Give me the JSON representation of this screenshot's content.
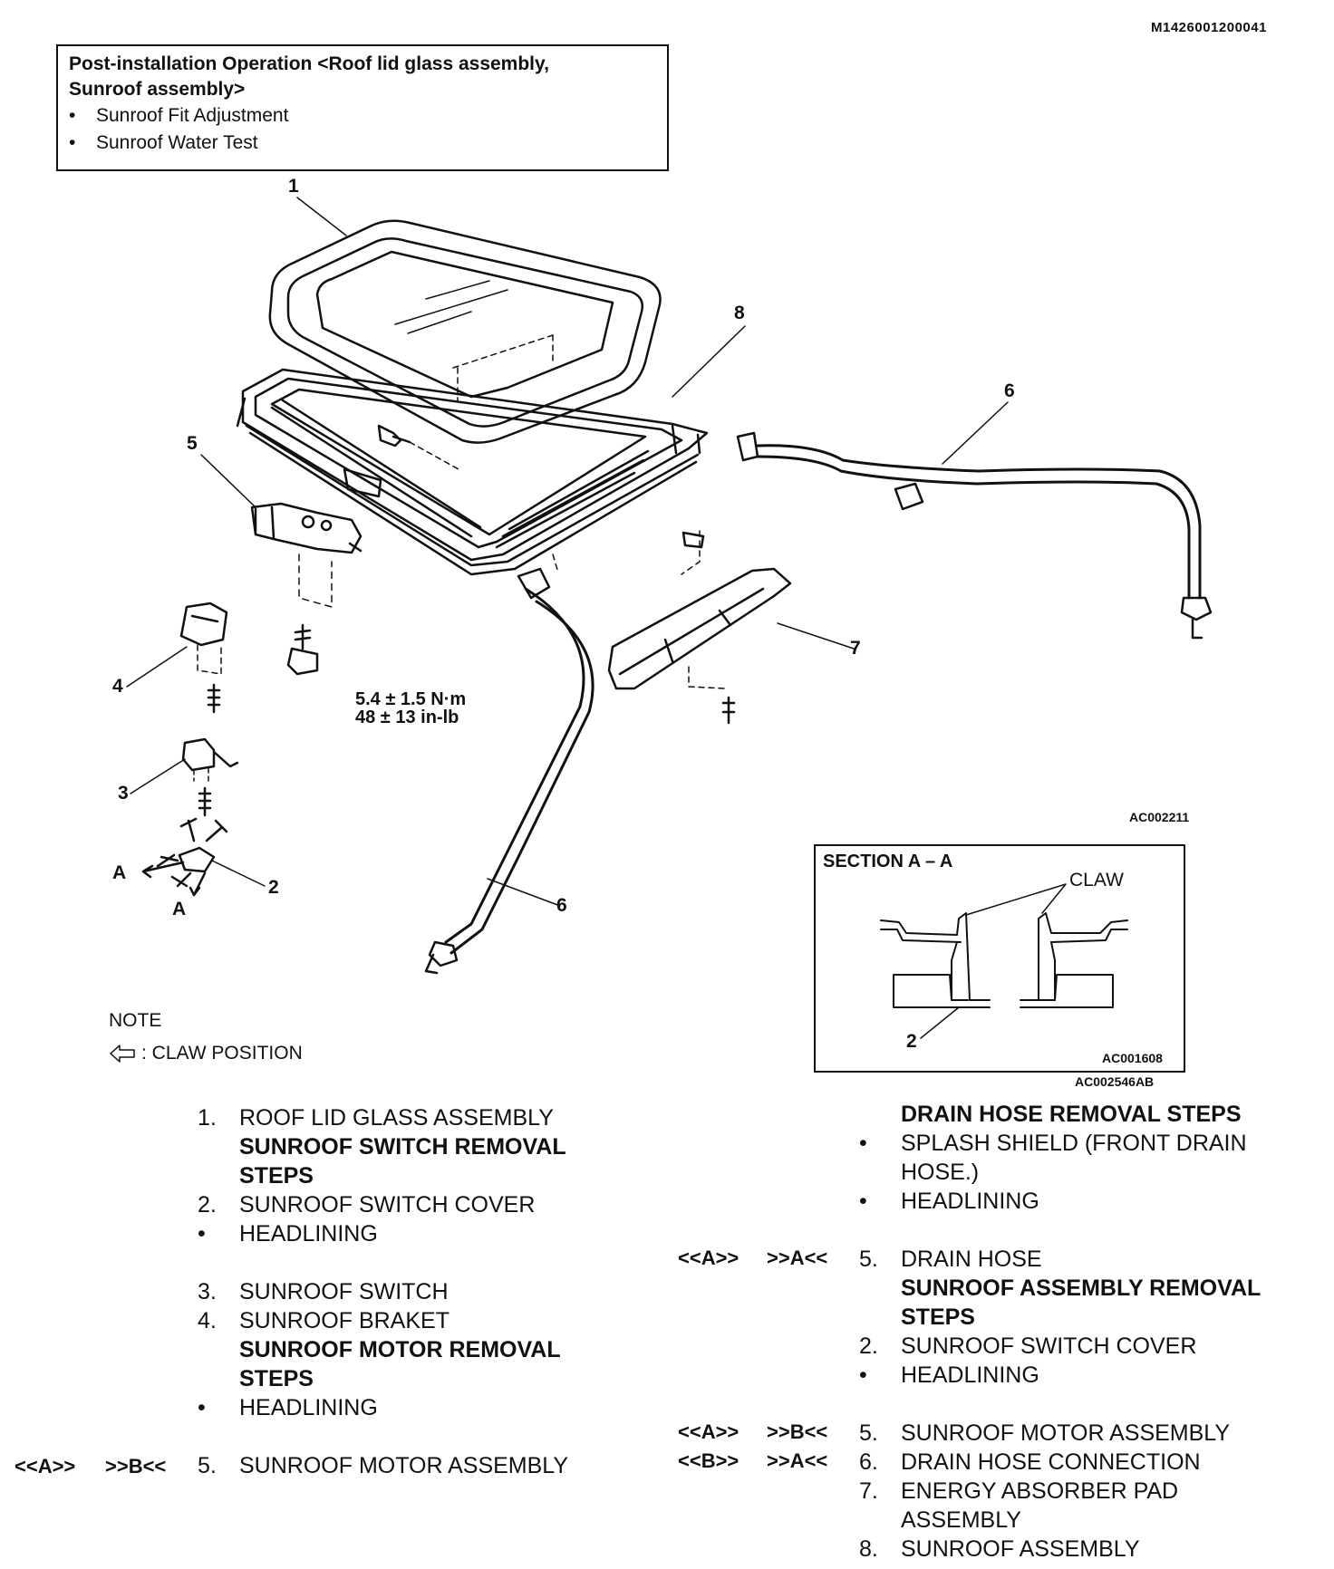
{
  "doc_id": "M1426001200041",
  "post_install": {
    "title_line1": "Post-installation Operation <Roof lid glass assembly,",
    "title_line2": "Sunroof assembly>",
    "items": [
      "Sunroof Fit Adjustment",
      "Sunroof Water Test"
    ]
  },
  "callouts": [
    "1",
    "8",
    "6",
    "5",
    "7",
    "4",
    "3",
    "2",
    "6",
    "A",
    "A"
  ],
  "torque": {
    "line1": "5.4 ± 1.5 N·m",
    "line2": "48 ± 13 in-lb"
  },
  "figure_ids": {
    "main": "AC002211",
    "section": "AC001608",
    "overall": "AC002546AB"
  },
  "section": {
    "title": "SECTION A – A",
    "claw_label": "CLAW",
    "part_label": "2"
  },
  "note": {
    "title": "NOTE",
    "legend": ": CLAW POSITION"
  },
  "left_steps": [
    {
      "num": "1.",
      "text": "ROOF LID GLASS ASSEMBLY",
      "bold": false
    },
    {
      "num": "",
      "text": "SUNROOF SWITCH REMOVAL",
      "bold": true
    },
    {
      "num": "",
      "text": "STEPS",
      "bold": true
    },
    {
      "num": "2.",
      "text": "SUNROOF SWITCH COVER",
      "bold": false
    },
    {
      "num": "•",
      "text": "HEADLINING",
      "bold": false
    },
    {
      "num": "3.",
      "text": "SUNROOF SWITCH",
      "bold": false
    },
    {
      "num": "4.",
      "text": "SUNROOF BRAKET",
      "bold": false
    },
    {
      "num": "",
      "text": "SUNROOF MOTOR REMOVAL",
      "bold": true
    },
    {
      "num": "",
      "text": "STEPS",
      "bold": true
    },
    {
      "num": "•",
      "text": "HEADLINING",
      "bold": false
    },
    {
      "num": "5.",
      "text": "SUNROOF MOTOR ASSEMBLY",
      "bold": false,
      "code1": "<<A>>",
      "code2": ">>B<<"
    }
  ],
  "right_steps": [
    {
      "num": "",
      "text": "DRAIN HOSE REMOVAL STEPS",
      "bold": true
    },
    {
      "num": "•",
      "text": "SPLASH SHIELD (FRONT DRAIN",
      "bold": false
    },
    {
      "num": "",
      "text": "HOSE.)",
      "bold": false
    },
    {
      "num": "•",
      "text": "HEADLINING",
      "bold": false
    },
    {
      "num": "5.",
      "text": "DRAIN HOSE",
      "bold": false,
      "code1": "<<A>>",
      "code2": ">>A<<"
    },
    {
      "num": "",
      "text": "SUNROOF ASSEMBLY REMOVAL",
      "bold": true
    },
    {
      "num": "",
      "text": "STEPS",
      "bold": true
    },
    {
      "num": "2.",
      "text": "SUNROOF SWITCH COVER",
      "bold": false
    },
    {
      "num": "•",
      "text": "HEADLINING",
      "bold": false
    },
    {
      "num": "5.",
      "text": "SUNROOF MOTOR ASSEMBLY",
      "bold": false,
      "code1": "<<A>>",
      "code2": ">>B<<"
    },
    {
      "num": "6.",
      "text": "DRAIN HOSE CONNECTION",
      "bold": false,
      "code1": "<<B>>",
      "code2": ">>A<<"
    },
    {
      "num": "7.",
      "text": "ENERGY ABSORBER PAD",
      "bold": false
    },
    {
      "num": "",
      "text": "ASSEMBLY",
      "bold": false
    },
    {
      "num": "8.",
      "text": "SUNROOF ASSEMBLY",
      "bold": false
    }
  ]
}
